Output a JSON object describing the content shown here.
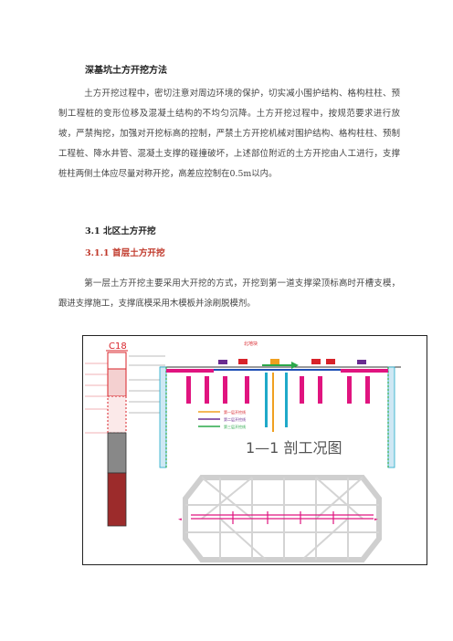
{
  "doc": {
    "title": "深基坑土方开挖方法",
    "paragraph1": "土方开挖过程中，密切注意对周边环境的保护，切实减小围护结构、格构柱柱、预制工程桩的变形位移及混凝土结构的不均匀沉降。土方开挖过程中，按规范要求进行放坡，严禁掏挖，加强对开挖标高的控制，严禁土方开挖机械对围护结构、格构柱柱、预制工程桩、降水井管、混凝土支撑的碰撞破坏，上述部位附近的土方开挖由人工进行，支撑桩柱两侧土体应尽量对称开挖，高差应控制在0.5m以内。",
    "heading2": "3.1 北区土方开挖",
    "heading3": "3.1.1  首层土方开挖",
    "paragraph2": "第一层土方开挖主要采用大开挖的方式，开挖到第一道支撑梁顶标高时开槽支模，跟进支撑施工，支撑底模采用木模板并涂刷脱模剂。"
  },
  "figure": {
    "borehole_label": "C18",
    "section_title": "1—1 剖工况图",
    "north_label": "北地块",
    "legend": [
      "第一层开挖线",
      "第二层开挖线",
      "第三层开挖线"
    ],
    "colors": {
      "magenta": "#e0147f",
      "cyan": "#1fa9c9",
      "green": "#2aa84a",
      "orange": "#f0a020",
      "red": "#d8232a",
      "purple": "#6a2c91",
      "blue": "#1f4fb5"
    }
  }
}
